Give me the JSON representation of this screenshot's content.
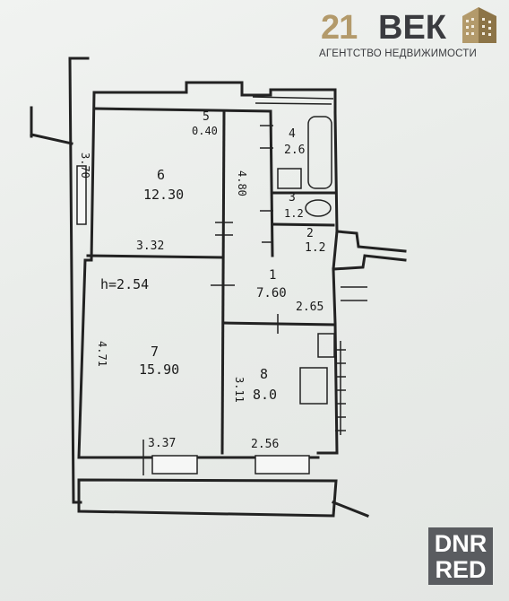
{
  "branding": {
    "logo_number": "21",
    "logo_word": "ВЕК",
    "logo_subtitle": "АГЕНТСТВО НЕДВИЖИМОСТИ",
    "colors": {
      "gold": "#b39a6b",
      "dark": "#3a3b3f"
    }
  },
  "watermark": {
    "line1": "DNR",
    "line2": "RED"
  },
  "plan": {
    "ceiling_height": "h=2.54",
    "rooms": [
      {
        "number": "1",
        "area": "7.60"
      },
      {
        "number": "2",
        "area": "1.2"
      },
      {
        "number": "3",
        "area": "1.2"
      },
      {
        "number": "4",
        "area": "2.6"
      },
      {
        "number": "5",
        "area": "0.40"
      },
      {
        "number": "6",
        "area": "12.30"
      },
      {
        "number": "7",
        "area": "15.90"
      },
      {
        "number": "8",
        "area": "8.0"
      }
    ],
    "dimensions": {
      "d_3_70": "3.70",
      "d_3_32": "3.32",
      "d_4_80": "4.80",
      "d_4_71": "4.71",
      "d_3_37": "3.37",
      "d_3_11": "3.11",
      "d_2_56": "2.56",
      "d_2_65": "2.65"
    }
  }
}
